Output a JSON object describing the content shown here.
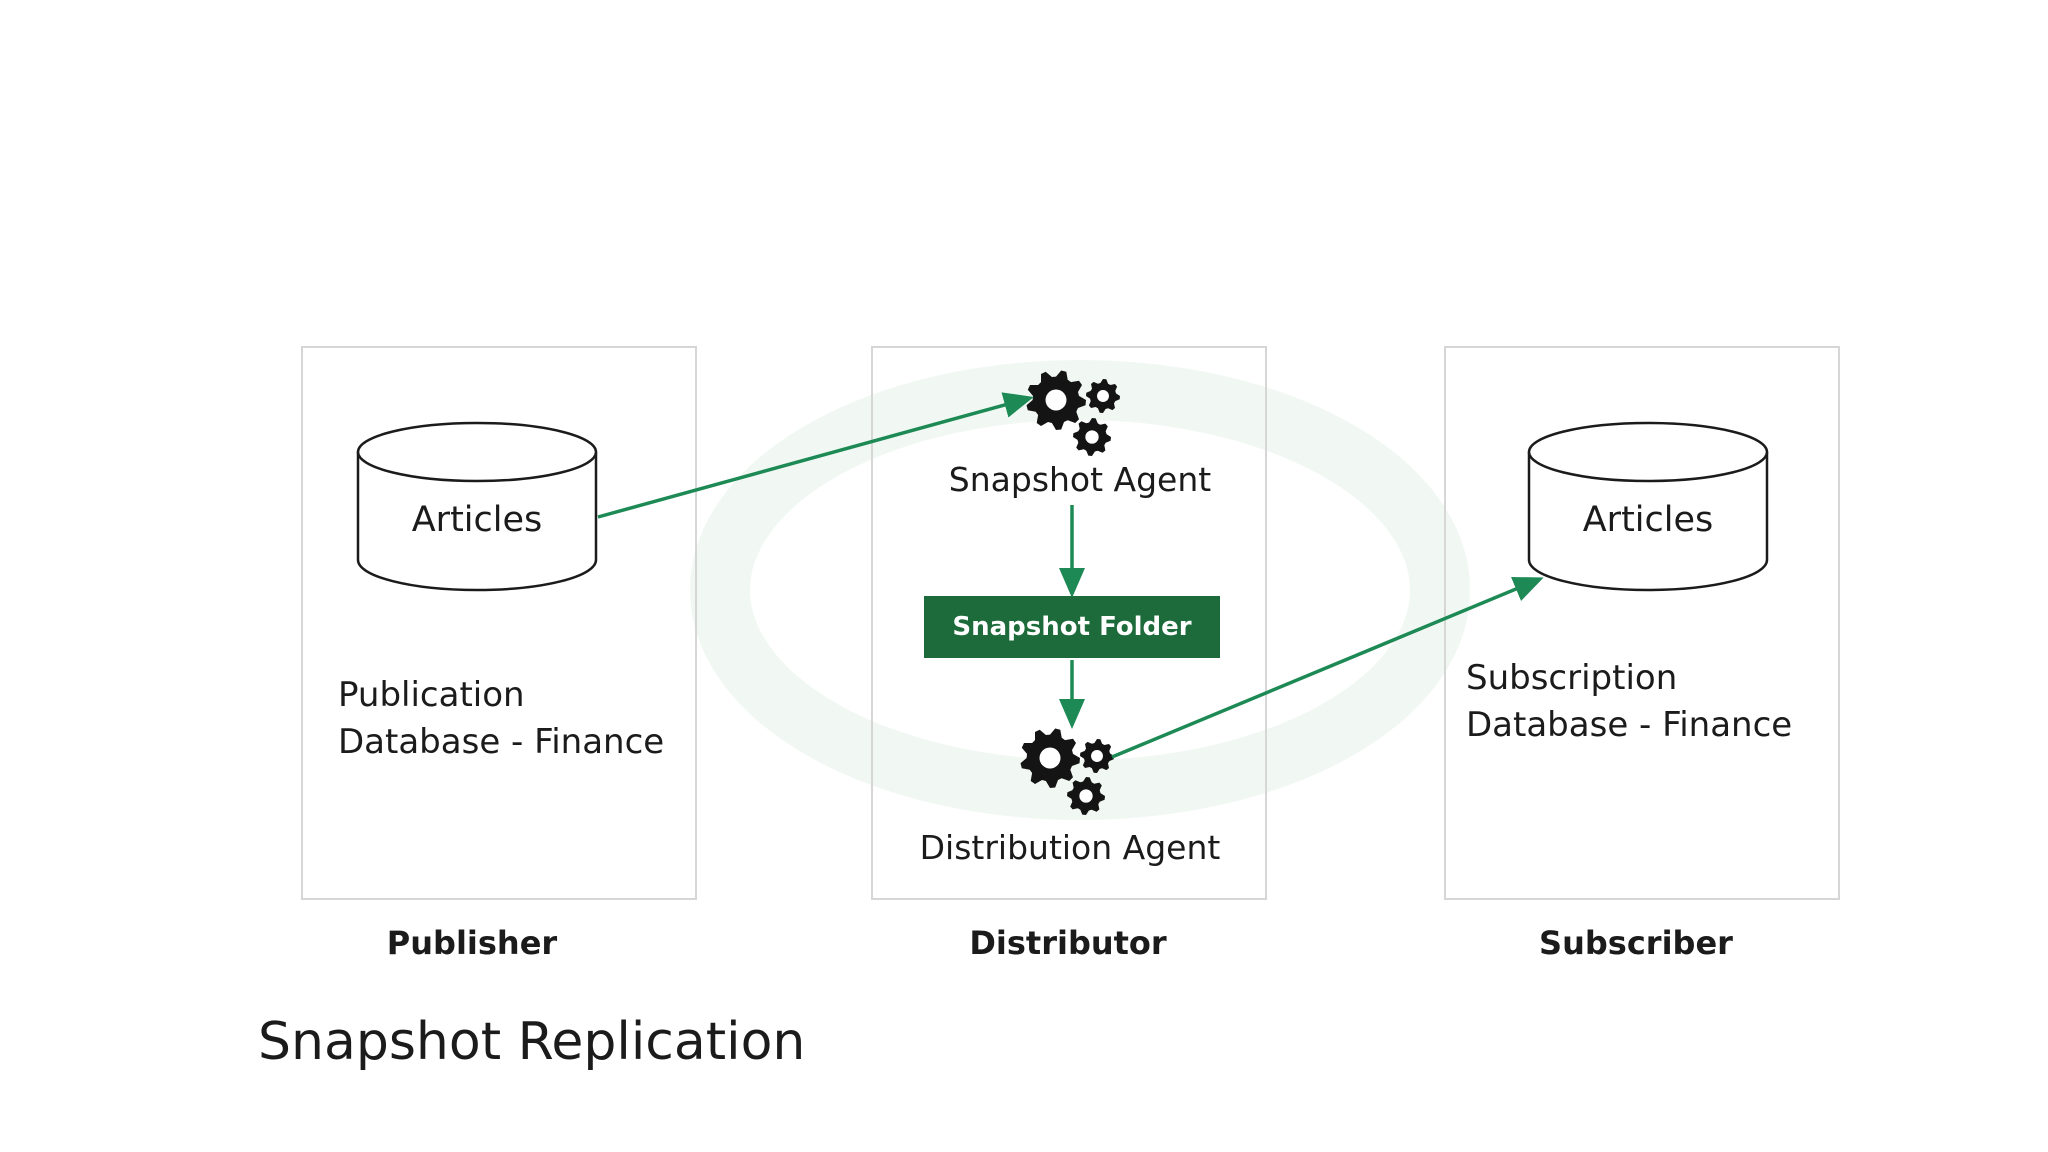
{
  "publisher": {
    "db_label": "Articles",
    "caption": "Publication\nDatabase - Finance",
    "role": "Publisher"
  },
  "distributor": {
    "snapshot_agent": "Snapshot Agent",
    "snapshot_folder": "Snapshot Folder",
    "distribution_agent": "Distribution Agent",
    "role": "Distributor"
  },
  "subscriber": {
    "db_label": "Articles",
    "caption": "Subscription\nDatabase - Finance",
    "role": "Subscriber"
  },
  "title": "Snapshot Replication",
  "icons": [
    "database-icon",
    "gears-icon"
  ],
  "colors": {
    "accent": "#1d8a55",
    "folder_fill": "#1d6b3b",
    "panel_border": "#d6d6d6",
    "text": "#1b1b1b"
  }
}
